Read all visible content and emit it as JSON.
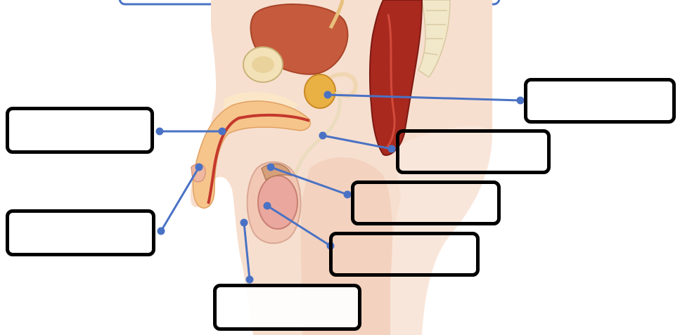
{
  "diagram": {
    "colors": {
      "skin": "#f6dccb",
      "skin_dark": "#eec4aa",
      "bladder": "#c9573a",
      "rectum": "#a6281e",
      "vessel_tube": "#e6b48a",
      "spine": "#f1e7c9",
      "leader": "#4a72c4",
      "box_border": "#000000"
    },
    "labels": [
      {
        "id": "label-1",
        "text": ""
      },
      {
        "id": "label-2",
        "text": ""
      },
      {
        "id": "label-3",
        "text": ""
      },
      {
        "id": "label-4",
        "text": ""
      },
      {
        "id": "label-5",
        "text": ""
      },
      {
        "id": "label-6",
        "text": ""
      },
      {
        "id": "label-7",
        "text": ""
      },
      {
        "id": "label-8",
        "text": ""
      }
    ]
  }
}
